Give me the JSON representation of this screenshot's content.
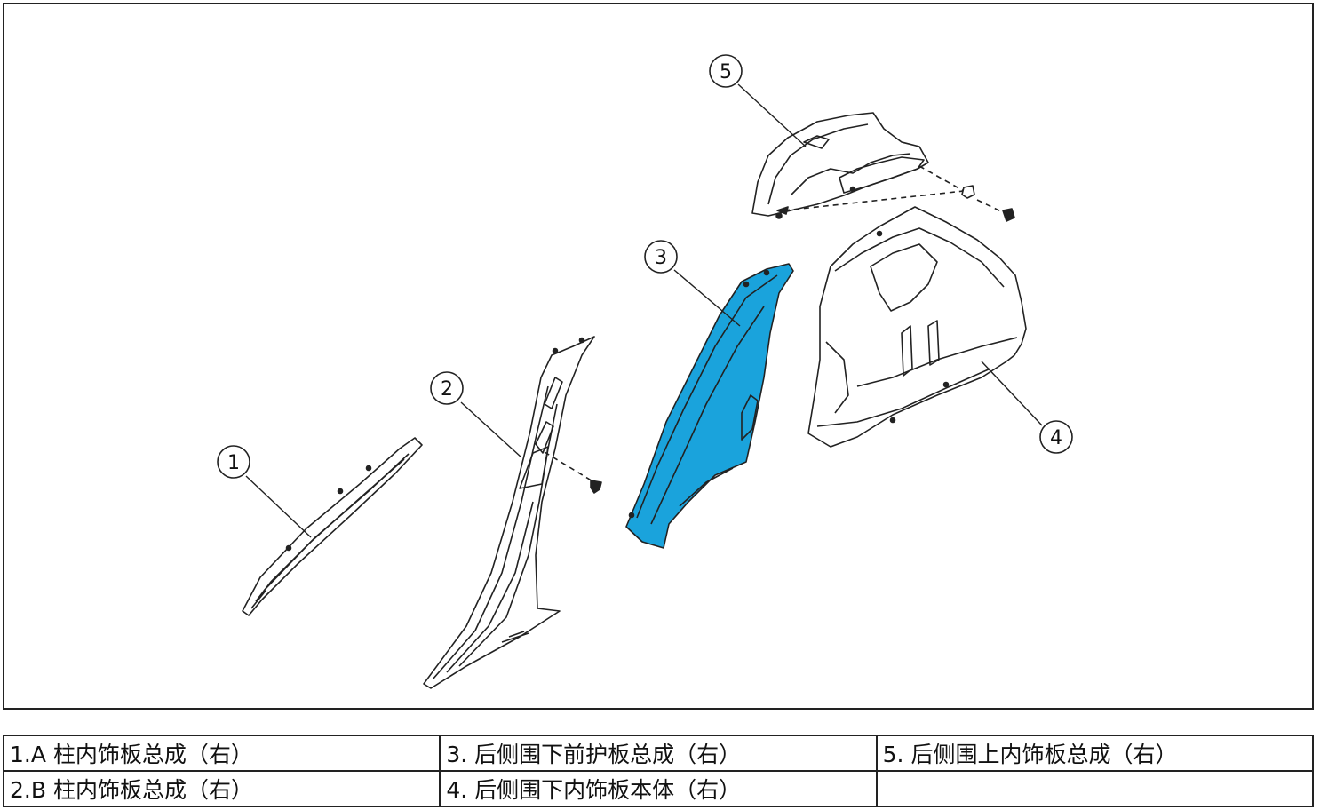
{
  "colors": {
    "highlight_part": "#1aa3dc",
    "line": "#222222",
    "part_fill": "#ffffff"
  },
  "callouts": [
    {
      "id": "1",
      "label": "1"
    },
    {
      "id": "2",
      "label": "2"
    },
    {
      "id": "3",
      "label": "3"
    },
    {
      "id": "4",
      "label": "4"
    },
    {
      "id": "5",
      "label": "5"
    }
  ],
  "legend": {
    "rows": [
      [
        "1.A 柱内饰板总成（右）",
        "3. 后侧围下前护板总成（右）",
        "5. 后侧围上内饰板总成（右）"
      ],
      [
        "2.B 柱内饰板总成（右）",
        "4. 后侧围下内饰板本体（右）",
        ""
      ]
    ]
  }
}
